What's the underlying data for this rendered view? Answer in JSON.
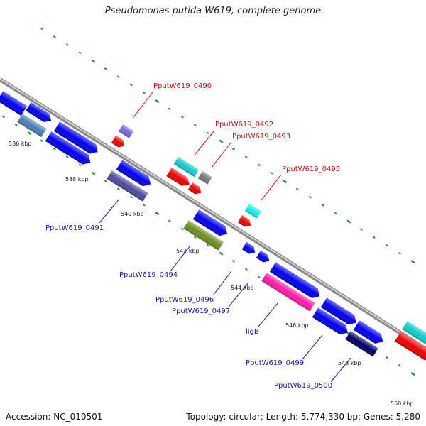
{
  "title": "Pseudomonas putida W619, complete genome",
  "footer": {
    "accession": "Accession: NC_010501",
    "topology": "Topology: circular; Length: 5,774,330 bp; Genes: 5,280"
  },
  "colors": {
    "backbone": "#8c8c8c",
    "tick": "#2e8b2e",
    "label_forward": "#cc1111",
    "label_reverse": "#1a1aaa",
    "leader_forward": "#cc1111",
    "leader_reverse": "#1a1aaa"
  },
  "tick_labels": [
    "536 kbp",
    "538 kbp",
    "540 kbp",
    "542 kbp",
    "544 kbp",
    "546 kbp",
    "548 kbp",
    "550 kbp"
  ],
  "gene_labels": [
    {
      "text": "PputW619_0490",
      "strand": "forward"
    },
    {
      "text": "PputW619_0491",
      "strand": "reverse"
    },
    {
      "text": "PputW619_0492",
      "strand": "forward"
    },
    {
      "text": "PputW619_0493",
      "strand": "forward"
    },
    {
      "text": "PputW619_0494",
      "strand": "reverse"
    },
    {
      "text": "PputW619_0495",
      "strand": "forward"
    },
    {
      "text": "PputW619_0496",
      "strand": "reverse"
    },
    {
      "text": "PputW619_0497",
      "strand": "reverse"
    },
    {
      "text": "ligB",
      "strand": "reverse"
    },
    {
      "text": "PputW619_0499",
      "strand": "reverse"
    },
    {
      "text": "PputW619_0500",
      "strand": "reverse"
    }
  ],
  "features": [
    {
      "name": "gene-a",
      "color": "#0000ee"
    },
    {
      "name": "gene-b",
      "color": "#0000ee"
    },
    {
      "name": "gene-c",
      "color": "#4a7fb5"
    },
    {
      "name": "gene-d",
      "color": "#0000ee"
    },
    {
      "name": "gene-e",
      "color": "#0000ee"
    },
    {
      "name": "gene-0490",
      "color": "#7766dd"
    },
    {
      "name": "gene-0490-red",
      "color": "#ee0000"
    },
    {
      "name": "gene-0491-top",
      "color": "#0000ee"
    },
    {
      "name": "gene-0491",
      "color": "#4b4b9e"
    },
    {
      "name": "gene-0492-cyan",
      "color": "#11cccc"
    },
    {
      "name": "gene-0492-red",
      "color": "#ee0000"
    },
    {
      "name": "gene-0493-red",
      "color": "#ee0000"
    },
    {
      "name": "gene-0493-grey",
      "color": "#777777"
    },
    {
      "name": "gene-0494-top",
      "color": "#0000ee"
    },
    {
      "name": "gene-0494",
      "color": "#6b8e23"
    },
    {
      "name": "gene-0495-cyan",
      "color": "#11eeee"
    },
    {
      "name": "gene-0495-red",
      "color": "#ee0000"
    },
    {
      "name": "gene-0496",
      "color": "#0000ee"
    },
    {
      "name": "gene-0497",
      "color": "#0000ee"
    },
    {
      "name": "gene-large",
      "color": "#0000ee"
    },
    {
      "name": "gene-ligB",
      "color": "#ff1aa8"
    },
    {
      "name": "gene-0499-top",
      "color": "#0000ee"
    },
    {
      "name": "gene-0499",
      "color": "#0000ee"
    },
    {
      "name": "gene-0500-top",
      "color": "#0000ee"
    },
    {
      "name": "gene-0500",
      "color": "#000066"
    },
    {
      "name": "gene-edge-cyan",
      "color": "#11cccc"
    },
    {
      "name": "gene-edge-red",
      "color": "#ee0000"
    }
  ]
}
